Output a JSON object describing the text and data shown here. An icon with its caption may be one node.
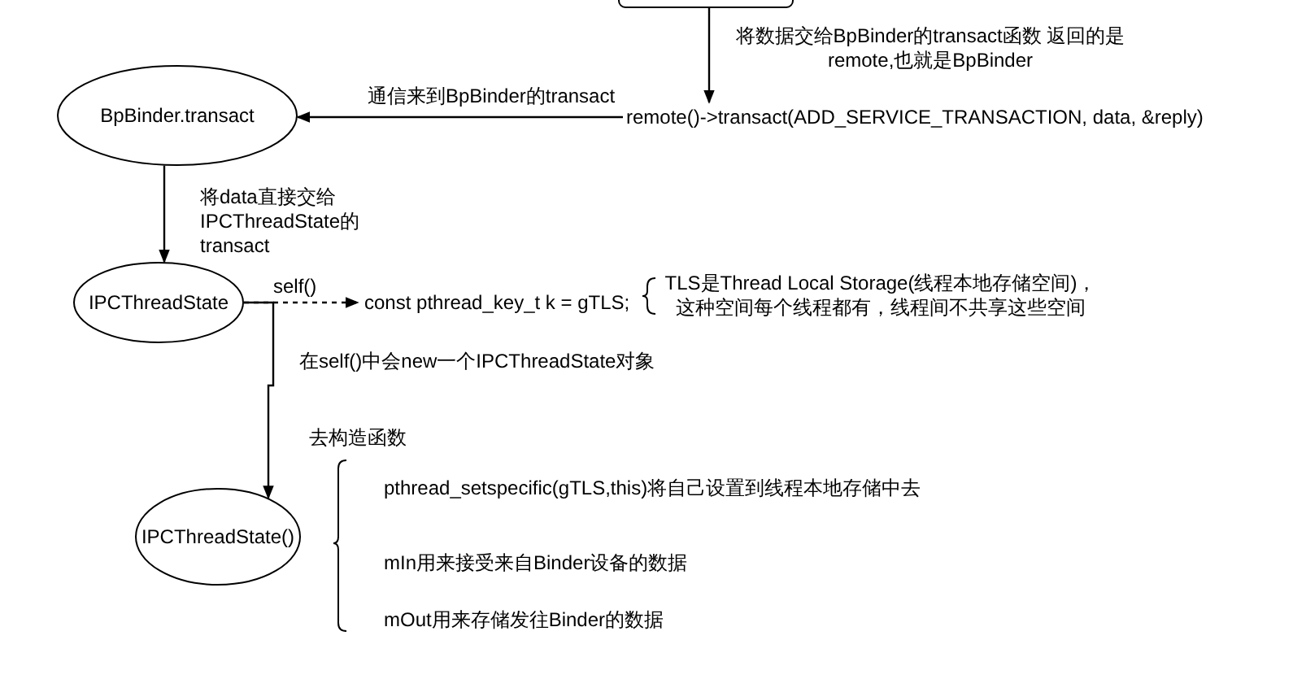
{
  "diagram": {
    "nodes": [
      {
        "text": [],
        "shape": "box"
      },
      {
        "text": [
          "BpBinder.transact"
        ]
      },
      {
        "text": [
          "remote()->transact(ADD_SERVICE_TRANSACTION, data, &reply)"
        ]
      },
      {
        "text": [
          "IPCThreadState"
        ]
      },
      {
        "text": [
          "const pthread_key_t k = gTLS;"
        ]
      },
      {
        "text": [
          "IPCThreadState()"
        ]
      }
    ],
    "edges": [
      {
        "from": 0,
        "to": 2,
        "arrow": "to",
        "label": "将数据交给BpBinder的transact函数 返回的是remote,也就是BpBinder"
      },
      {
        "from": 2,
        "to": 1,
        "arrow": "to",
        "label": "通信来到BpBinder的transact"
      },
      {
        "from": 1,
        "to": 3,
        "arrow": "to",
        "label": "将data直接交给 IPCThreadState的transact"
      },
      {
        "from": 3,
        "to": 4,
        "arrow": "to",
        "label": "self()",
        "style": "dashed"
      },
      {
        "from": 3,
        "to": 5,
        "arrow": "to",
        "label": "在self()中会new一个IPCThreadState对象"
      }
    ],
    "labels": [
      "TLS是Thread Local Storage(线程本地存储空间)，这种空间每个线程都有，线程间不共享这些空间",
      "去构造函数",
      "pthread_setspecific(gTLS,this)将自己设置到线程本地存储中去",
      "mIn用来接受来自Binder设备的数据",
      "mOut用来存储发往Binder的数据"
    ]
  }
}
